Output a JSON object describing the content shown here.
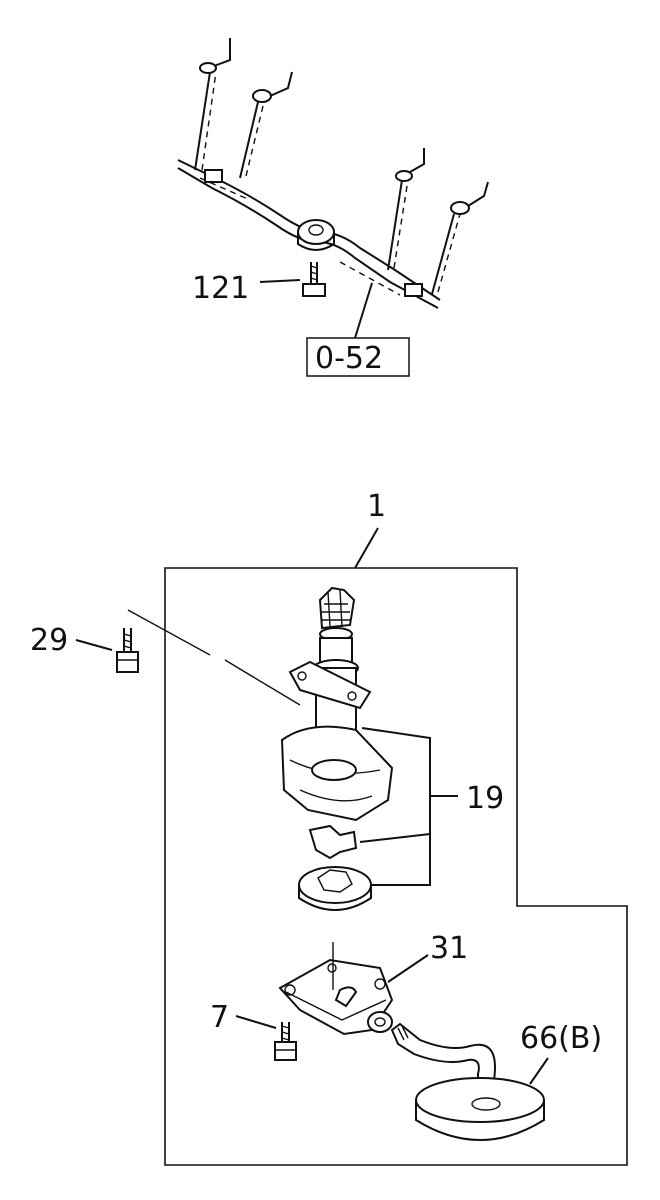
{
  "callouts": {
    "harness_bolt": "121",
    "harness_ref": "0-52",
    "oil_pump_assembly": "1",
    "pump_bolt": "29",
    "rotor_set": "19",
    "pump_cover": "31",
    "cover_bolt": "7",
    "strainer": "66(B)"
  }
}
